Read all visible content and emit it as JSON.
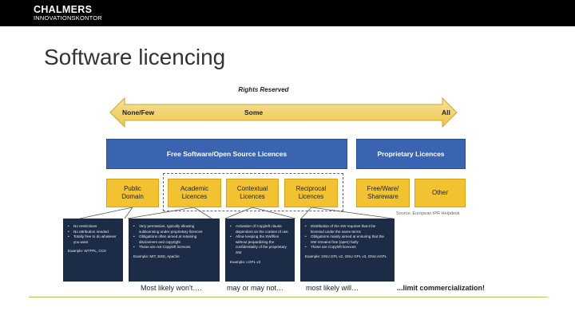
{
  "logo": {
    "main": "CHALMERS",
    "sub": "INNOVATIONSKONTOR"
  },
  "slide_title": "Software licencing",
  "diagram": {
    "axis_title": "Rights Reserved",
    "arrow_labels": {
      "left": "None/Few",
      "middle": "Some",
      "right": "All"
    },
    "categories": {
      "foss": "Free Software/Open Source Licences",
      "proprietary": "Proprietary Licences"
    },
    "licence_boxes": [
      {
        "label": "Public\nDomain"
      },
      {
        "label": "Academic\nLicences"
      },
      {
        "label": "Contextual\nLicences"
      },
      {
        "label": "Reciprocal\nLicences"
      },
      {
        "label": "Free/Ware/\nShareware"
      },
      {
        "label": "Other"
      }
    ],
    "source": "Source: European IPR Helpdesk",
    "detail_boxes": [
      {
        "bullets": [
          "No restrictions",
          "No attribution needed",
          "Totally free to do whatever you want"
        ],
        "example": "Example: WTFPL, CC0"
      },
      {
        "bullets": [
          "Very permissive, typically allowing sublicensing under proprietary licences",
          "Obligations often aimed at retaining disclaimers and copyright",
          "These are not Copyleft licences"
        ],
        "example": "Example: MIT, BSD, Apache"
      },
      {
        "bullets": [
          "Activation of Copyleft clause dependent on the context of use",
          "Allow keeping the SW/files without jeopardizing the confidentiality of the proprietary SW"
        ],
        "example": "Example: LGPL v3"
      },
      {
        "bullets": [
          "Distribution of the SW requires that it be licensed under the same terms",
          "Obligations mainly aimed at ensuring that the SW remains free (open) fairly",
          "These are Copyleft licences"
        ],
        "example": "Example: GNU GPL v2, GNU GPL v3, GNU AGPL"
      }
    ],
    "captions": [
      {
        "text": "Most likely won't…."
      },
      {
        "text": "may or may not…"
      },
      {
        "text": "most likely will…"
      },
      {
        "text": "...limit commercialization!"
      }
    ]
  },
  "colors": {
    "header_bar": "#000000",
    "category_blue": "#3a63b0",
    "licence_yellow": "#f2c230",
    "detail_navy": "#1d2c46",
    "arrow_fill": "#f3d066",
    "rule_green": "#b8c25a"
  }
}
